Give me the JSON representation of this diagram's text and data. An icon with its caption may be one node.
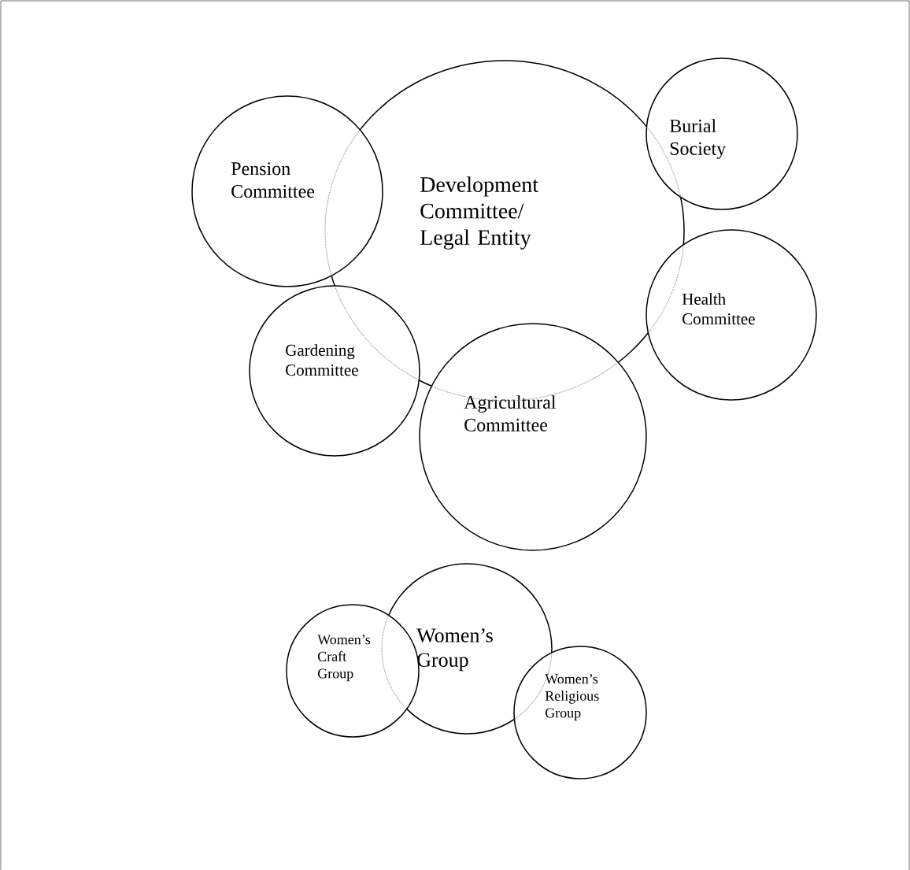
{
  "diagram": {
    "nodes": [
      {
        "text": [
          "Development Committee/ Legal Entity"
        ]
      },
      {
        "text": [
          "Burial Society"
        ]
      },
      {
        "text": [
          "Pension Committee"
        ]
      },
      {
        "text": [
          "Health Committee"
        ]
      },
      {
        "text": [
          "Gardening Committee"
        ]
      },
      {
        "text": [
          "Agricultural Committee"
        ]
      },
      {
        "text": [
          "Women’s Group"
        ]
      },
      {
        "text": [
          "Women’s Craft Group"
        ]
      },
      {
        "text": [
          "Women’s Religious Group"
        ]
      }
    ]
  }
}
